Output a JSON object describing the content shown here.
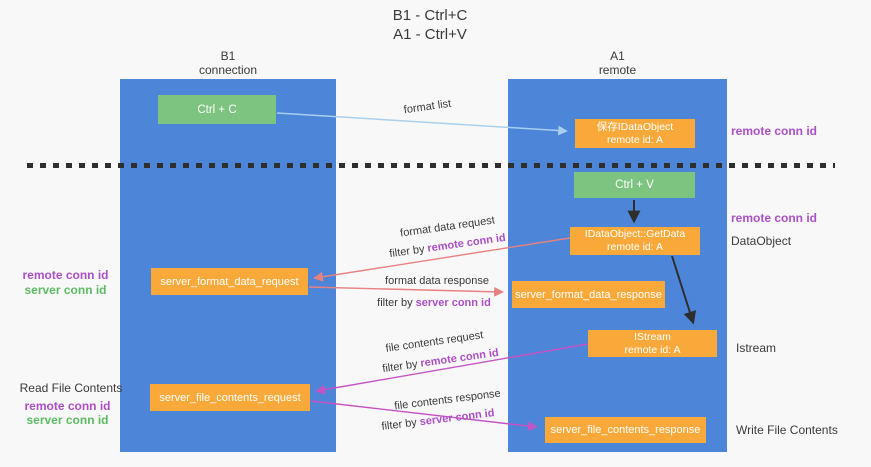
{
  "title": {
    "line1": "B1 - Ctrl+C",
    "line2": "A1 - Ctrl+V"
  },
  "columns": {
    "left": {
      "name": "B1",
      "role": "connection"
    },
    "right": {
      "name": "A1",
      "role": "remote"
    }
  },
  "nodes": {
    "ctrl_c": {
      "label": "Ctrl + C"
    },
    "ctrl_v": {
      "label": "Ctrl + V"
    },
    "save_dataobject": {
      "line1": "保存IDataObject",
      "line2": "remote id: A"
    },
    "getdata": {
      "line1": "IDataObject::GetData",
      "line2": "remote id: A"
    },
    "istream": {
      "line1": "IStream",
      "line2": "remote id: A"
    },
    "server_format_data_request": {
      "label": "server_format_data_request"
    },
    "server_format_data_response": {
      "label": "server_format_data_response"
    },
    "server_file_contents_request": {
      "label": "server_file_contents_request"
    },
    "server_file_contents_response": {
      "label": "server_file_contents_response"
    }
  },
  "arrow_labels": {
    "format_list": "format list",
    "format_data_request": "format data request",
    "format_data_response": "format data response",
    "file_contents_request": "file contents request",
    "file_contents_response": "file contents response",
    "filter_by": "filter by",
    "remote_conn_id": "remote conn id",
    "server_conn_id": "server conn id"
  },
  "side_labels": {
    "remote_conn_id": "remote conn id",
    "server_conn_id": "server conn id",
    "dataobject": "DataObject",
    "istream": "Istream",
    "read_file_contents": "Read File Contents",
    "write_file_contents": "Write File Contents"
  },
  "colors": {
    "bg": "#f8f8f9",
    "blue": "#4d86d8",
    "green": "#7cc480",
    "orange": "#f9a93a",
    "red": "#e88181",
    "magenta": "#c653c4",
    "light_blue": "#a9cfee",
    "purple_text": "#ac4fc6",
    "green_text": "#5dbb63",
    "dark": "#3a3a3a",
    "black": "#2e2e2e"
  }
}
